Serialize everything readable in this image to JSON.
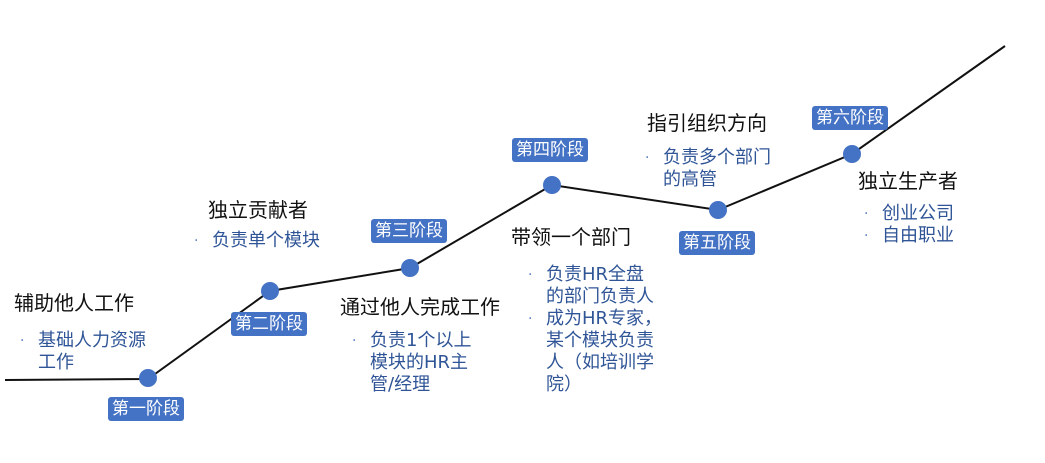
{
  "stages": [
    {
      "badge": "第一阶段",
      "title": "辅助他人工作",
      "bullets": [
        "基础人力资源\n工作"
      ]
    },
    {
      "badge": "第二阶段",
      "title": "独立贡献者",
      "bullets": [
        "负责单个模块"
      ]
    },
    {
      "badge": "第三阶段",
      "title": "通过他人完成工作",
      "bullets": [
        "负责1个以上\n模块的HR主\n管/经理"
      ]
    },
    {
      "badge": "第四阶段",
      "title": "带领一个部门",
      "bullets": [
        "负责HR全盘\n的部门负责人",
        "成为HR专家，\n某个模块负责\n人（如培训学\n院）"
      ]
    },
    {
      "badge": "第五阶段",
      "title": "指引组织方向",
      "bullets": [
        "负责多个部门\n的高管"
      ]
    },
    {
      "badge": "第六阶段",
      "title": "独立生产者",
      "bullets": [
        "创业公司",
        "自由职业"
      ]
    }
  ],
  "colors": {
    "accent": "#4472c4",
    "line": "#111111",
    "bullet_text": "#2f5597"
  }
}
